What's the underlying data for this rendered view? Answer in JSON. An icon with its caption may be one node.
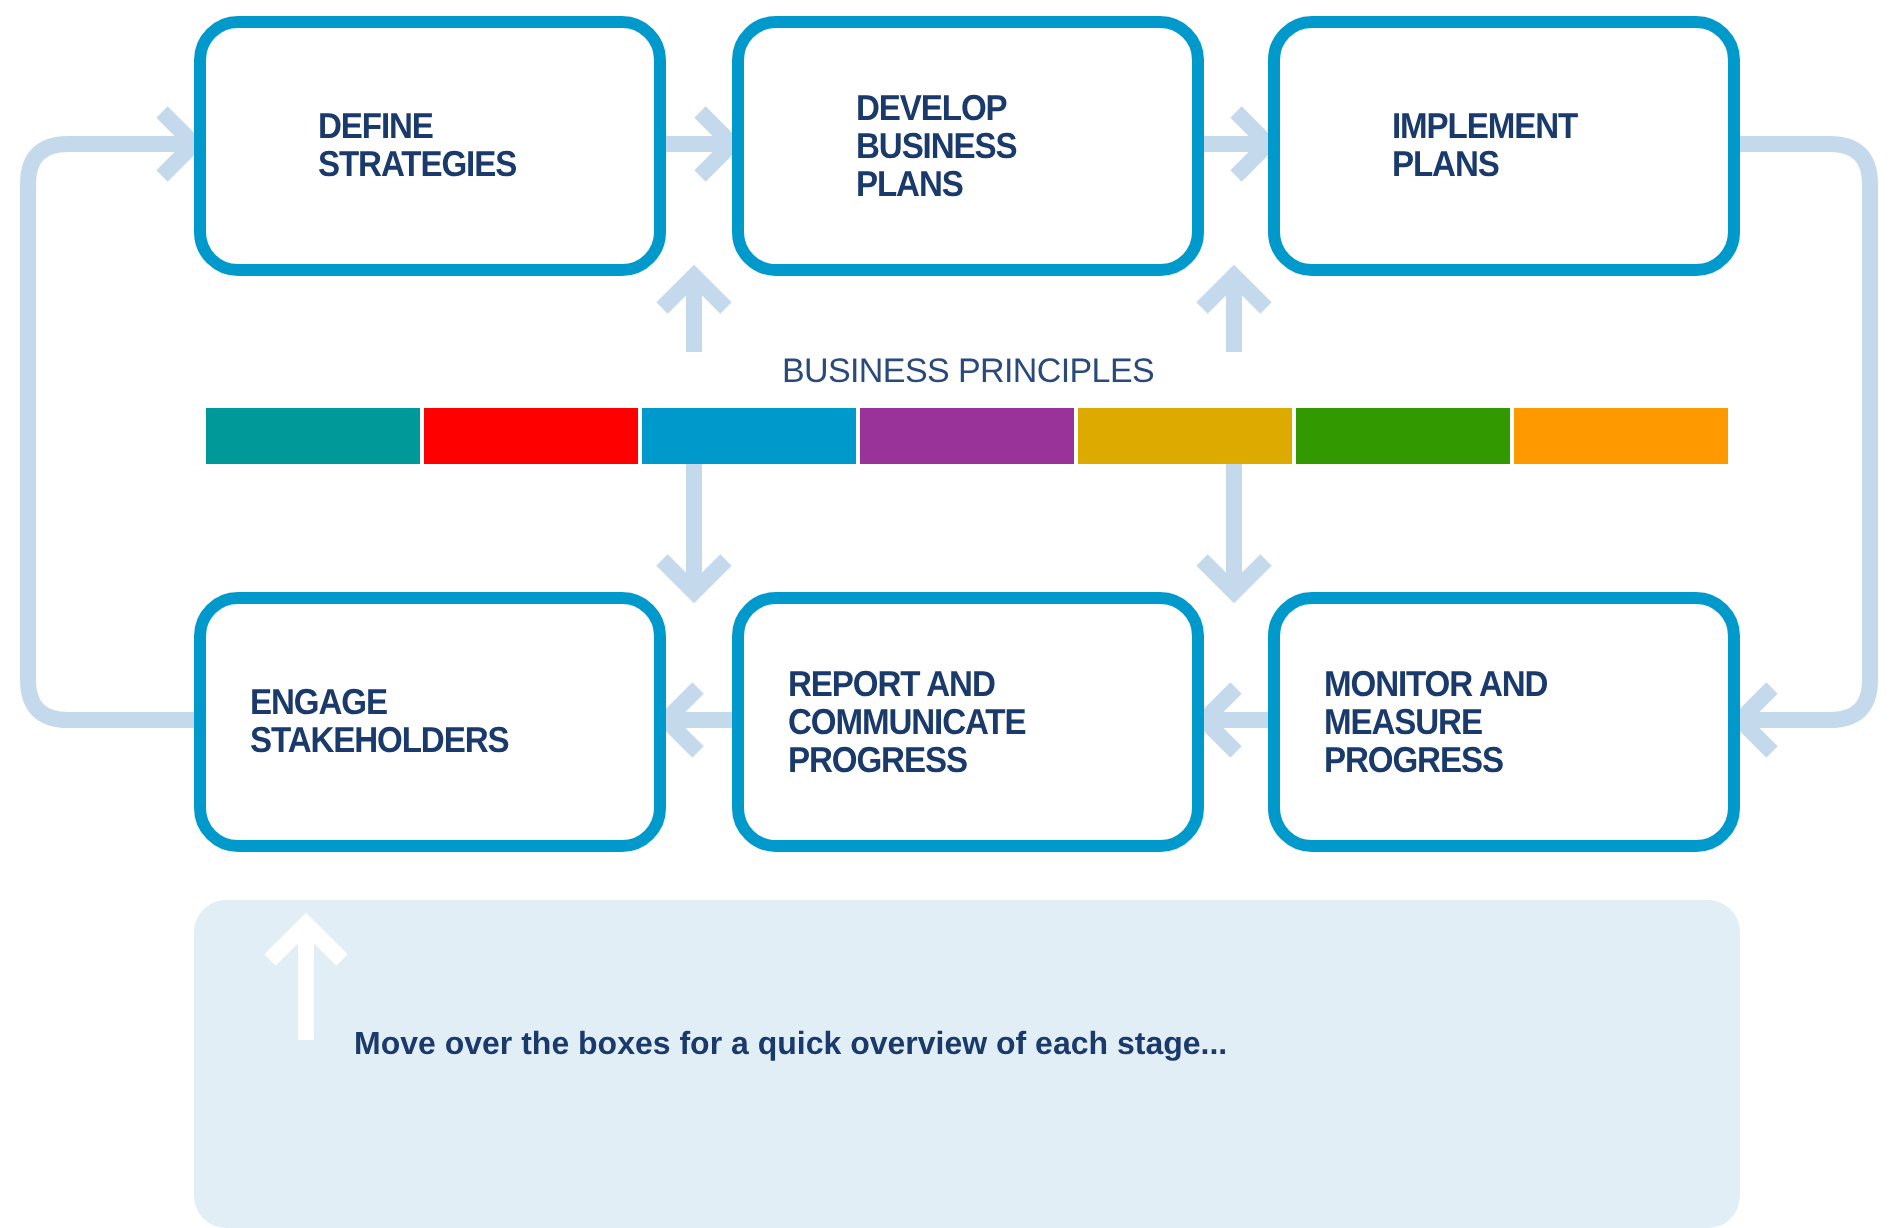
{
  "diagram": {
    "nodes": [
      {
        "text": [
          "DEFINE STRATEGIES"
        ]
      },
      {
        "text": [
          "DEVELOP BUSINESS PLANS"
        ]
      },
      {
        "text": [
          "IMPLEMENT PLANS"
        ]
      },
      {
        "text": [
          "BUSINESS PRINCIPLES"
        ]
      },
      {
        "text": [
          "ENGAGE STAKEHOLDERS"
        ]
      },
      {
        "text": [
          "REPORT AND COMMUNICATE PROGRESS"
        ]
      },
      {
        "text": [
          "MONITOR AND MEASURE PROGRESS"
        ]
      },
      {
        "text": [
          "Move over the boxes for a quick overview of each stage..."
        ]
      }
    ],
    "edges": [
      {
        "from": 0,
        "to": 1,
        "arrow": "to"
      },
      {
        "from": 1,
        "to": 2,
        "arrow": "to"
      },
      {
        "from": 2,
        "to": 6,
        "arrow": "to"
      },
      {
        "from": 6,
        "to": 5,
        "arrow": "to"
      },
      {
        "from": 5,
        "to": 4,
        "arrow": "to"
      },
      {
        "from": 4,
        "to": 0,
        "arrow": "to"
      },
      {
        "from": 3,
        "to": 0,
        "arrow": "to"
      },
      {
        "from": 3,
        "to": 1,
        "arrow": "to"
      },
      {
        "from": 3,
        "to": 4,
        "arrow": "to"
      },
      {
        "from": 3,
        "to": 5,
        "arrow": "to"
      }
    ]
  }
}
